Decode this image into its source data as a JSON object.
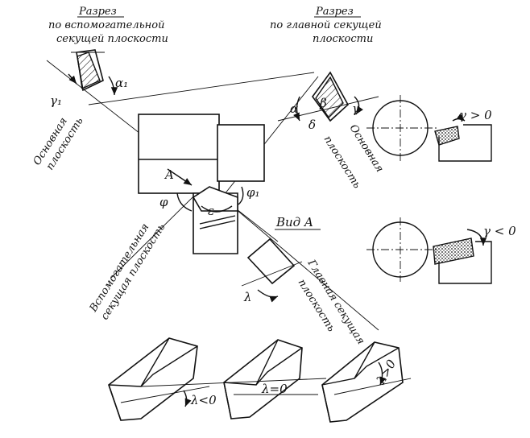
{
  "section_aux": {
    "line1": "Разрез",
    "line2": "по вспомогательной",
    "line3": "секущей  плоскости"
  },
  "section_main": {
    "line1": "Разрез",
    "line2": "по главной секущей",
    "line3": "плоскости"
  },
  "labels": {
    "base_plane_left_1": "Основная",
    "base_plane_left_2": "плоскость",
    "base_plane_right_1": "Основная",
    "base_plane_right_2": "плоскость",
    "aux_cut_1": "Вспомогательная",
    "aux_cut_2": "секущая  плоскость",
    "main_cut_1": "Главная секущая",
    "main_cut_2": "плоскость",
    "view_a": "Вид A",
    "a_marker": "A"
  },
  "symbols": {
    "gamma1": "γ₁",
    "alpha1": "α₁",
    "alpha": "α",
    "beta": "β",
    "gamma": "γ",
    "delta": "δ",
    "phi": "φ",
    "phi1": "φ₁",
    "epsilon": "ε",
    "lambda": "λ"
  },
  "conditions": {
    "gamma_pos": "γ > 0",
    "gamma_neg": "γ < 0",
    "lambda_neg": "λ<0",
    "lambda_zero": "λ=0",
    "lambda_pos": "λ>0"
  }
}
